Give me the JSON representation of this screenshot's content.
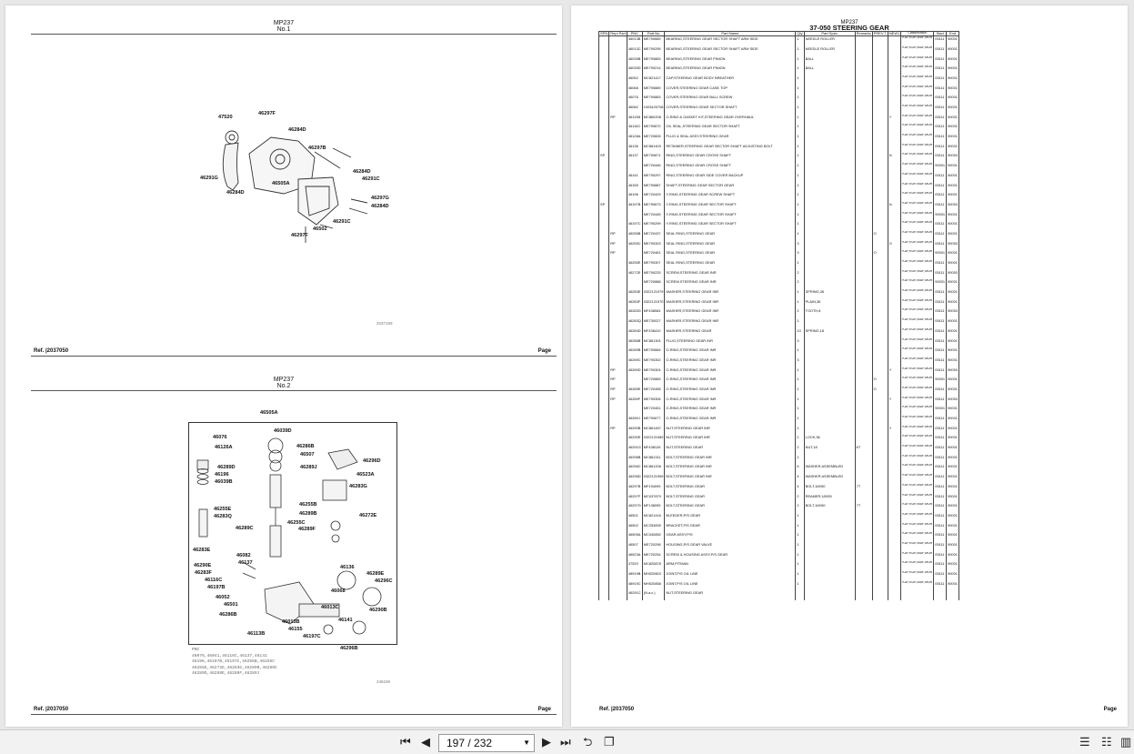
{
  "left_page": {
    "top_figure": {
      "mp": "MP237",
      "no": "No.1",
      "drawing_id": "2037159",
      "labels": [
        "47520",
        "46297F",
        "46284D",
        "46297B",
        "46284D",
        "46291C",
        "46291G",
        "46505A",
        "46284D",
        "46297G",
        "46284D",
        "46291C",
        "46502",
        "46297F"
      ]
    },
    "bottom_figure": {
      "mp": "MP237",
      "no": "No.2",
      "drawing_id": "246159",
      "labels": [
        "46505A",
        "46039D",
        "46076",
        "46126A",
        "46286B",
        "46507",
        "46296D",
        "46289D",
        "46196",
        "46039B",
        "46289J",
        "46523A",
        "46283G",
        "46255B",
        "46289B",
        "46272E",
        "46255E",
        "46283Q",
        "46255C",
        "46289C",
        "46289F",
        "46283E",
        "46082",
        "46137",
        "46290E",
        "46283F",
        "46116C",
        "46197B",
        "46136",
        "46289E",
        "46296C",
        "46068",
        "46052",
        "46501",
        "46013C",
        "46286B",
        "46290B",
        "46013B",
        "46141",
        "46155",
        "46197C",
        "46113B",
        "46296B"
      ],
      "note": "PNC\n46076,46041,46116C,46137,46141\n46196,46197B,46197C,46255B,46255C\n46255E,46272E,46283G,46289B,46289C\n46289D,46289E,46289F,46289J"
    },
    "footer": {
      "ref": "Ref.  |2037050",
      "page": "Page"
    }
  },
  "right_page": {
    "mp": "MP237",
    "title": "37-050 STEERING GEAR",
    "columns": [
      "SPN",
      "Repl Part",
      "PNC",
      "Part No",
      "Part Name",
      "Qty",
      "Part Spec",
      "Remarks",
      "PREV.T",
      "NEW1",
      "Classification",
      "Start",
      "End"
    ],
    "rows": [
      [
        "",
        "",
        "46013B",
        "ME790689",
        "BEARING,STEERING GEAR SECTOR SHAFT ARM SIDE",
        "1",
        "NEEDLE ROLLER",
        "",
        "",
        "",
        "KUF,KUR,MUF,MUR",
        "05111",
        "90001"
      ],
      [
        "",
        "",
        "46013C",
        "ME790295",
        "BEARING,STEERING GEAR SECTOR SHAFT ARM SIDE",
        "1",
        "NEEDLE ROLLER",
        "",
        "",
        "",
        "KUF,KUR,MUF,MUR",
        "05111",
        "90001"
      ],
      [
        "",
        "",
        "46039B",
        "ME790883",
        "BEARING,STEERING GEAR PINION",
        "1",
        "BALL",
        "",
        "",
        "",
        "KUF,KUR,MUF,MUR",
        "05111",
        "90001"
      ],
      [
        "",
        "",
        "46039D",
        "ME790214",
        "BEARING,STEERING GEAR PINION",
        "1",
        "BALL",
        "",
        "",
        "",
        "KUF,KUR,MUF,MUR",
        "05111",
        "90001"
      ],
      [
        "",
        "",
        "46052",
        "MC821417",
        "CAP,STEERING GEAR BODY BREATHER",
        "1",
        "",
        "",
        "",
        "",
        "KUF,KUR,MUF,MUR",
        "05111",
        "90001"
      ],
      [
        "",
        "",
        "46068",
        "ME790889",
        "COVER,STEERING GEAR CASE TOP",
        "1",
        "",
        "",
        "",
        "",
        "KUF,KUR,MUF,MUR",
        "05111",
        "90001"
      ],
      [
        "",
        "",
        "46076",
        "ME790883",
        "COVER,STEERING GEAR BALL SCREW",
        "1",
        "",
        "",
        "",
        "",
        "KUF,KUR,MUF,MUR",
        "05111",
        "90001"
      ],
      [
        "",
        "",
        "46082",
        "1003420708",
        "COVER,STEERING GEAR SECTOR SHAFT",
        "1",
        "",
        "",
        "",
        "",
        "KUF,KUR,MUF,MUR",
        "05111",
        "90001"
      ],
      [
        "",
        "RP",
        "46113B",
        "MC860208",
        "O-RING & GASKET KIT,STEERING GEAR OVERHAUL",
        "1",
        "",
        "",
        "",
        "Y",
        "KUF,KUR,MUF,MUR",
        "05111",
        "90001"
      ],
      [
        "",
        "",
        "46116C",
        "ME790672",
        "OIL SEAL,STEERING GEAR SECTOR SHAFT",
        "1",
        "",
        "",
        "",
        "",
        "KUF,KUR,MUF,MUR",
        "05111",
        "90001"
      ],
      [
        "",
        "",
        "46126A",
        "ME720828",
        "PLUG & SEAL ASSY,STEERING GEAR",
        "1",
        "",
        "",
        "",
        "",
        "KUF,KUR,MUF,MUR",
        "05111",
        "90001"
      ],
      [
        "",
        "",
        "46136",
        "MC861403",
        "RETAINER,STEERING GEAR SECTOR SHAFT ADJUSTING BOLT",
        "1",
        "",
        "",
        "",
        "",
        "KUF,KUR,MUF,MUR",
        "05111",
        "90001"
      ],
      [
        "SP",
        "",
        "46137",
        "ME790871",
        "RING,STEERING GEAR CROSS SHAFT",
        "1",
        "",
        "",
        "",
        "N",
        "KUF,KUR,MUF,MUR",
        "05111",
        "90053"
      ],
      [
        "",
        "",
        "",
        "ME720446",
        "RING,STEERING GEAR CROSS SHAFT",
        "1",
        "",
        "",
        "",
        "",
        "KUF,KUR,MUF,MUR",
        "90001",
        "90001"
      ],
      [
        "",
        "",
        "46141",
        "ME790297",
        "RING,STEERING GEAR SIDE COVER BACKUP",
        "1",
        "",
        "",
        "",
        "",
        "KUF,KUR,MUF,MUR",
        "05111",
        "90001"
      ],
      [
        "",
        "",
        "46155",
        "ME790887",
        "SHAFT,STEERING GEAR SECTOR GEAR",
        "1",
        "",
        "",
        "",
        "",
        "KUF,KUR,MUF,MUR",
        "05111",
        "90001"
      ],
      [
        "",
        "",
        "46196",
        "ME720429",
        "Y-RING,STEERING GEAR SCREW SHAFT",
        "1",
        "",
        "",
        "",
        "",
        "KUF,KUR,MUF,MUR",
        "05111",
        "90001"
      ],
      [
        "SP",
        "",
        "46197B",
        "ME790673",
        "Y-RING,STEERING GEAR SECTOR SHAFT",
        "1",
        "",
        "",
        "",
        "N",
        "KUF,KUR,MUF,MUR",
        "05111",
        "90053"
      ],
      [
        "",
        "",
        "",
        "ME720445",
        "Y-RING,STEERING GEAR SECTOR SHAFT",
        "1",
        "",
        "",
        "",
        "",
        "KUF,KUR,MUF,MUR",
        "90001",
        "90001"
      ],
      [
        "",
        "",
        "46197C",
        "ME790299",
        "Y-RING,STEERING GEAR SECTOR SHAFT",
        "1",
        "",
        "",
        "",
        "",
        "KUF,KUR,MUF,MUR",
        "05111",
        "90001"
      ],
      [
        "",
        "RP",
        "46255B",
        "ME720437",
        "SEAL RING,STEERING GEAR",
        "1",
        "",
        "",
        "O",
        "",
        "KUF,KUR,MUF,MUR",
        "05111",
        "90001"
      ],
      [
        "",
        "RP",
        "46255C",
        "ME790303",
        "SEAL RING,STEERING GEAR",
        "3",
        "",
        "",
        "",
        "O",
        "KUF,KUR,MUF,MUR",
        "05111",
        "90053"
      ],
      [
        "",
        "RP",
        "",
        "ME720461",
        "SEAL RING,STEERING GEAR",
        "3",
        "",
        "",
        "O",
        "",
        "KUF,KUR,MUF,MUR",
        "90001",
        "90001"
      ],
      [
        "",
        "",
        "46255E",
        "ME790307",
        "SEAL RING,STEERING GEAR",
        "1",
        "",
        "",
        "",
        "",
        "KUF,KUR,MUF,MUR",
        "05111",
        "90001"
      ],
      [
        "",
        "",
        "46272E",
        "ME790233",
        "SCREW,STEERING GEAR INR",
        "2",
        "",
        "",
        "",
        "",
        "KUF,KUR,MUF,MUR",
        "05111",
        "90053"
      ],
      [
        "",
        "",
        "",
        "ME720888",
        "SCREW,STEERING GEAR INR",
        "2",
        "",
        "",
        "",
        "",
        "KUF,KUR,MUF,MUR",
        "90001",
        "90001"
      ],
      [
        "",
        "",
        "46283E",
        "0322121979",
        "WASHER,STEERING GEAR INR",
        "1",
        "SPRING,36",
        "",
        "",
        "",
        "KUF,KUR,MUF,MUR",
        "05111",
        "90001"
      ],
      [
        "",
        "",
        "46283F",
        "0322121970",
        "WASHER,STEERING GEAR INR",
        "1",
        "PLAIN,36",
        "",
        "",
        "",
        "KUF,KUR,MUF,MUR",
        "05111",
        "90001"
      ],
      [
        "",
        "",
        "46283G",
        "MF438084",
        "WASHER,STEERING GEAR INR",
        "2",
        "TOOTH,8",
        "",
        "",
        "",
        "KUF,KUR,MUF,MUR",
        "05111",
        "90053"
      ],
      [
        "",
        "",
        "46283Q",
        "ME730027",
        "WASHER,STEERING GEAR INR",
        "1",
        "",
        "",
        "",
        "",
        "KUF,KUR,MUF,MUR",
        "05111",
        "90001"
      ],
      [
        "",
        "",
        "46284D",
        "MF438410",
        "WASHER,STEERING GEAR",
        "10",
        "SPRING,18",
        "",
        "",
        "",
        "KUF,KUR,MUF,MUR",
        "05111",
        "90001"
      ],
      [
        "",
        "",
        "46286B",
        "MC861301",
        "PLUG,STEERING GEAR INR",
        "3",
        "",
        "",
        "",
        "",
        "KUF,KUR,MUF,MUR",
        "05111",
        "90001"
      ],
      [
        "",
        "",
        "46289B",
        "ME790884",
        "O-RING,STEERING GEAR INR",
        "1",
        "",
        "",
        "",
        "",
        "KUF,KUR,MUF,MUR",
        "05111",
        "90001"
      ],
      [
        "",
        "",
        "46289C",
        "ME790302",
        "O-RING,STEERING GEAR INR",
        "3",
        "",
        "",
        "",
        "",
        "KUF,KUR,MUF,MUR",
        "05111",
        "90001"
      ],
      [
        "",
        "RP",
        "46289D",
        "ME790304",
        "O-RING,STEERING GEAR INR",
        "1",
        "",
        "",
        "",
        "Y",
        "KUF,KUR,MUF,MUR",
        "05111",
        "90053"
      ],
      [
        "",
        "RP",
        "",
        "ME720889",
        "O-RING,STEERING GEAR INR",
        "1",
        "",
        "",
        "O",
        "",
        "KUF,KUR,MUF,MUR",
        "90001",
        "90001"
      ],
      [
        "",
        "RP",
        "46289E",
        "ME720458",
        "O-RING,STEERING GEAR INR",
        "1",
        "",
        "",
        "O",
        "",
        "KUF,KUR,MUF,MUR",
        "05111",
        "90001"
      ],
      [
        "",
        "RP",
        "46289F",
        "ME790306",
        "O-RING,STEERING GEAR INR",
        "1",
        "",
        "",
        "",
        "Y",
        "KUF,KUR,MUF,MUR",
        "05111",
        "90053"
      ],
      [
        "",
        "",
        "",
        "ME720451",
        "O-RING,STEERING GEAR INR",
        "1",
        "",
        "",
        "",
        "",
        "KUF,KUR,MUF,MUR",
        "90001",
        "90001"
      ],
      [
        "",
        "",
        "46289J",
        "ME790677",
        "O-RING,STEERING GEAR INR",
        "1",
        "",
        "",
        "",
        "",
        "KUF,KUR,MUF,MUR",
        "05111",
        "90001"
      ],
      [
        "",
        "RP",
        "46290B",
        "MC861457",
        "NUT,STEERING GEAR INR",
        "1",
        "",
        "",
        "",
        "Y",
        "KUF,KUR,MUF,MUR",
        "05111",
        "90001"
      ],
      [
        "",
        "",
        "46290E",
        "0322121989",
        "NUT,STEERING GEAR INR",
        "1",
        "LOCK,36",
        "",
        "",
        "",
        "KUF,KUR,MUF,MUR",
        "05111",
        "90001"
      ],
      [
        "",
        "",
        "46291G",
        "MF438126",
        "NUT,STEERING GEAR",
        "2",
        "NUT,18",
        "6T",
        "",
        "",
        "KUF,KUR,MUF,MUR",
        "05111",
        "90001"
      ],
      [
        "",
        "",
        "46296B",
        "MC861311",
        "BOLT,STEERING GEAR INR",
        "1",
        "",
        "",
        "",
        "",
        "KUF,KUR,MUF,MUR",
        "05111",
        "90001"
      ],
      [
        "",
        "",
        "46296C",
        "MC861208",
        "BOLT,STEERING GEAR INR",
        "6",
        "WASHER ASSEMBLED",
        "",
        "",
        "",
        "KUF,KUR,MUF,MUR",
        "05111",
        "90001"
      ],
      [
        "",
        "",
        "46296D",
        "0322121959",
        "BOLT,STEERING GEAR INR",
        "4",
        "WASHER ASSEMBLED",
        "",
        "",
        "",
        "KUF,KUR,MUF,MUR",
        "05111",
        "90001"
      ],
      [
        "",
        "",
        "46297B",
        "MF194099",
        "BOLT,STEERING GEAR",
        "4",
        "BOLT,18X50",
        "7T",
        "",
        "",
        "KUF,KUR,MUF,MUR",
        "05111",
        "90001"
      ],
      [
        "",
        "",
        "46297F",
        "MC037879",
        "BOLT,STEERING GEAR",
        "2",
        "REAMER,18X55",
        "",
        "",
        "",
        "KUF,KUR,MUF,MUR",
        "05111",
        "90001"
      ],
      [
        "",
        "",
        "46297G",
        "MF138095",
        "BOLT,STEERING GEAR",
        "2",
        "BOLT,18X50",
        "7T",
        "",
        "",
        "KUF,KUR,MUF,MUR",
        "05111",
        "90001"
      ],
      [
        "",
        "",
        "46501",
        "MC821416",
        "BLEEDER,P/S GEAR",
        "1",
        "",
        "",
        "",
        "",
        "KUF,KUR,MUF,MUR",
        "05111",
        "90001"
      ],
      [
        "",
        "",
        "46502",
        "MC253839",
        "BRACKET,P/S GEAR",
        "1",
        "",
        "",
        "",
        "",
        "KUF,KUR,MUF,MUR",
        "05111",
        "90001"
      ],
      [
        "",
        "",
        "46505A",
        "MC040852",
        "GEAR ASSY,P/S",
        "1",
        "",
        "",
        "",
        "",
        "KUF,KUR,MUF,MUR",
        "05111",
        "90001"
      ],
      [
        "",
        "",
        "46507",
        "ME720298",
        "HOUSING,P/S GEAR VALVE",
        "1",
        "",
        "",
        "",
        "",
        "KUF,KUR,MUF,MUR",
        "05111",
        "90001"
      ],
      [
        "",
        "",
        "46523A",
        "ME720254",
        "SCREW & HOUSING ASSY,P/S GEAR",
        "1",
        "",
        "",
        "",
        "",
        "KUF,KUR,MUF,MUR",
        "05111",
        "90001"
      ],
      [
        "",
        "",
        "47520",
        "MC820878",
        "ARM,PITMAN",
        "1",
        "",
        "",
        "",
        "",
        "KUF,KUR,MUF,MUR",
        "05111",
        "90001"
      ],
      [
        "",
        "",
        "48919B",
        "MH020803",
        "JOINT,P/S OIL LINE",
        "1",
        "",
        "",
        "",
        "",
        "KUF,KUR,MUF,MUR",
        "05111",
        "90001"
      ],
      [
        "",
        "",
        "48919C",
        "MH020858",
        "JOINT,P/S OIL LINE",
        "1",
        "",
        "",
        "",
        "",
        "KUF,KUR,MUF,MUR",
        "05111",
        "90001"
      ],
      [
        "",
        "",
        "46291C",
        "(N.a.c.)",
        "NUT,STEERING GEAR",
        "",
        "",
        "",
        "",
        "",
        "",
        "",
        ""
      ]
    ],
    "footer": {
      "ref": "Ref.  |2037050",
      "page": "Page"
    }
  },
  "toolbar": {
    "page_indicator": "197 / 232"
  }
}
